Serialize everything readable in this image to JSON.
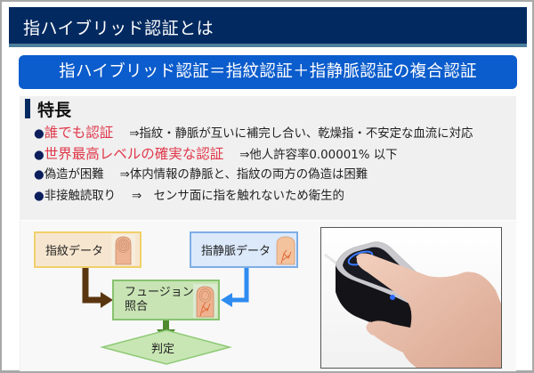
{
  "header": {
    "title": "指ハイブリッド認証とは"
  },
  "banner": {
    "text": "指ハイブリッド認証＝指紋認証＋指静脈認証の複合認証"
  },
  "features": {
    "title": "特長",
    "items": [
      {
        "bullet": "●",
        "highlight": "誰でも認証",
        "highlighted": true,
        "description": "⇒指紋・静脈が互いに補完し合い、乾燥指・不安定な血流に対応"
      },
      {
        "bullet": "●",
        "highlight": "世界最高レベルの確実な認証",
        "highlighted": true,
        "description": "⇒他人許容率0.00001% 以下"
      },
      {
        "bullet": "●",
        "highlight": "偽造が困難",
        "highlighted": false,
        "description": "⇒体内情報の静脈と、指紋の両方の偽造は困難"
      },
      {
        "bullet": "●",
        "highlight": "非接触読取り",
        "highlighted": false,
        "description": "⇒　センサ面に指を触れないため衛生的"
      }
    ]
  },
  "diagram": {
    "fingerprint_box": "指紋データ",
    "vein_box": "指静脈データ",
    "fusion_box_line1": "フュージョン",
    "fusion_box_line2": "照合",
    "decision": "判定",
    "icons": {
      "fingerprint": "fingerprint-finger-icon",
      "vein": "vein-finger-icon",
      "fusion": "fused-finger-icon"
    },
    "colors": {
      "fingerprint_arrow": "#5a3610",
      "vein_arrow": "#2f8cf0",
      "result_arrow": "#4e8a2e",
      "decision_fill": "#c8e6b4"
    }
  },
  "photo": {
    "alt": "hand placing finger on hybrid finger authentication sensor"
  },
  "colors": {
    "header_bg": "#032a60",
    "banner_bg": "#0b5ccc",
    "highlight_text": "#e0384a"
  }
}
